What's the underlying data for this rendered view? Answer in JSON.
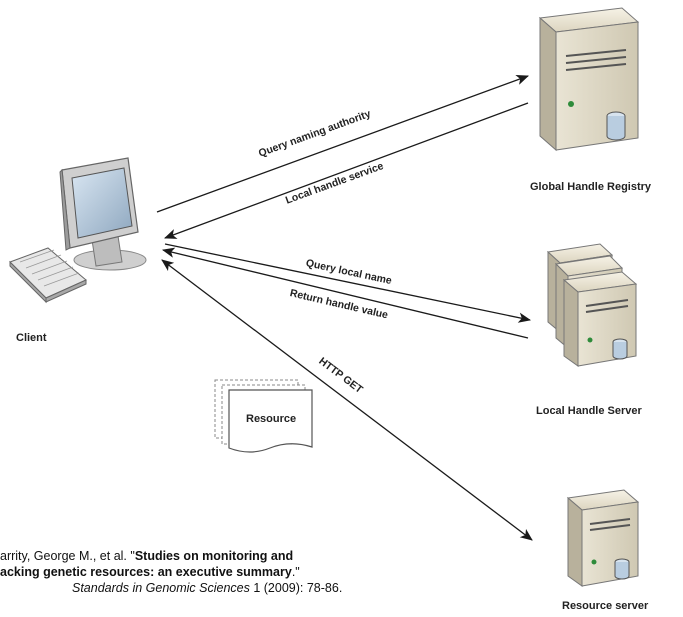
{
  "nodes": {
    "client": "Client",
    "global_registry": "Global Handle Registry",
    "local_server": "Local Handle Server",
    "resource_server": "Resource server",
    "resource_doc": "Resource"
  },
  "edges": {
    "query_naming_authority": "Query naming authority",
    "local_handle_service": "Local handle service",
    "query_local_name": "Query local name",
    "return_handle_value": "Return handle value",
    "http_get": "HTTP GET"
  },
  "citation": {
    "line1_prefix": "arrity, George M., et al. \"",
    "line1_bold": "Studies on monitoring and",
    "line2_bold": "acking genetic resources: an executive summary",
    "line2_suffix": ".\"",
    "journal": "Standards in Genomic Sciences",
    "volume_pages": " 1 (2009): 78-86."
  }
}
